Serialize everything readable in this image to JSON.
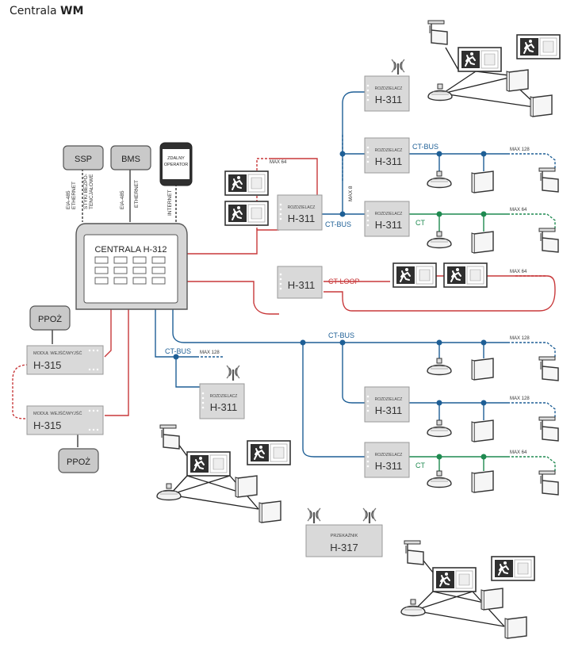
{
  "title": {
    "prefix": "Centrala ",
    "bold": "WM"
  },
  "colors": {
    "red": "#c8383a",
    "blue": "#1e5f96",
    "green": "#1f8a50",
    "dark": "#3a3a3a",
    "grey": "#8c8c8c"
  },
  "central": {
    "name": "CENTRALA H-312"
  },
  "top_boxes": {
    "ssp": "SSP",
    "bms": "BMS",
    "phone_line1": "ZDALNY",
    "phone_line2": "OPERATOR"
  },
  "vertical_labels": {
    "ssp_a": "EIA-485",
    "ssp_b": "ETHERNET",
    "ssp_c": "STYKI BEZPO-",
    "ssp_d": "TENCJAŁOWE",
    "bms_a": "EIA-485",
    "bms_b": "ETHERNET",
    "internet": "INTERNET",
    "max_bus": "MAX 8"
  },
  "splitter": {
    "sub": "ROZDZIELACZ",
    "name": "H-311"
  },
  "module": {
    "sub": "MODUŁ WEJŚĆ/WYJŚĆ",
    "name": "H-315"
  },
  "ppoz": "PPOŻ",
  "relay": {
    "sub": "PRZEKAŹNIK",
    "name": "H-317"
  },
  "bus_labels": {
    "ct_bus": "CT-BUS",
    "ct": "CT",
    "ct_loop": "CT-LOOP"
  },
  "max_labels": {
    "m64": "MAX 64",
    "m128": "MAX 128"
  }
}
